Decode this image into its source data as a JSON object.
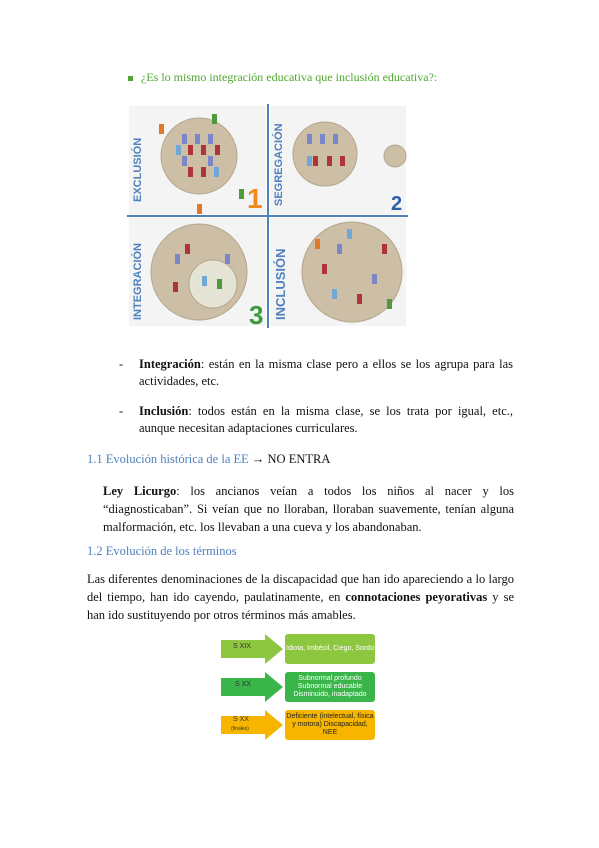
{
  "bullet_question": "¿Es lo mismo integración educativa que inclusión educativa?:",
  "figure_labels": {
    "exclusion": "EXCLUSIÓN",
    "segregacion": "SEGREGACIÓN",
    "integracion": "INTEGRACIÓN",
    "inclusion": "INCLUSIÓN",
    "n1": "1",
    "n2": "2",
    "n3": "3"
  },
  "definitions": [
    {
      "dash": "-",
      "term": "Integración",
      "text": ": están en la misma clase pero a ellos se los agrupa para las actividades, etc."
    },
    {
      "dash": "-",
      "term": "Inclusión",
      "text": ": todos están en la misma clase, se los trata por igual, etc., aunque necesitan adaptaciones curriculares."
    }
  ],
  "section_1_1": {
    "heading": "1.1 Evolución histórica de la EE",
    "arrow": "→",
    "note": "NO ENTRA"
  },
  "licurgo": {
    "term": "Ley Licurgo",
    "text": ": los ancianos veían a todos los niños al nacer y los “diagnosticaban”. Si veían que no lloraban, lloraban suavemente, tenían alguna malformación, etc. los llevaban a una cueva y los abandonaban."
  },
  "section_1_2": {
    "heading": "1.2 Evolución de los términos"
  },
  "terms_para": {
    "before": "Las diferentes denominaciones de la discapacidad que han ido apareciendo a lo largo del tiempo, han ido cayendo, paulatinamente, en ",
    "bold": "connotaciones peyorativas",
    "after": " y se han ido sustituyendo por otros términos más amables."
  },
  "timeline": [
    {
      "era": "S XIX",
      "sub": "",
      "terms": "Idiota, Imbécil, Ciego, Sordo",
      "color": "#8dc63f"
    },
    {
      "era": "S XX",
      "sub": "",
      "terms": "Subnormal profundo Subnormal educable Disminuido, inadaptado",
      "color": "#39b54a"
    },
    {
      "era": "S XX",
      "sub": "(finales)",
      "terms": "Deficiente (intelectual, física y motora) Discapacidad, NEE",
      "color": "#f7b500"
    }
  ]
}
